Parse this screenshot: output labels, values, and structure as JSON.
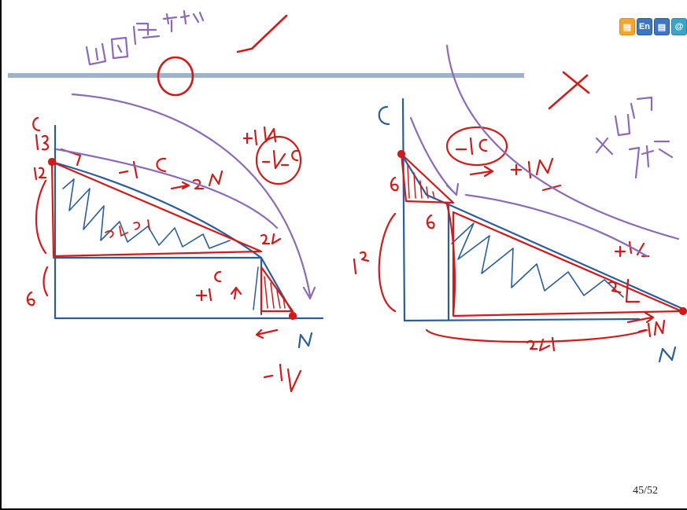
{
  "slide": {
    "page_number": "45/52"
  },
  "toolbar": {
    "buttons": [
      {
        "name": "notes-button",
        "icon": "notes-icon",
        "color": "#f3a531"
      },
      {
        "name": "english-button",
        "label": "En",
        "color": "#3d77c4"
      },
      {
        "name": "document-button",
        "icon": "document-icon",
        "color": "#3d77c4"
      },
      {
        "name": "settings-button",
        "icon": "at-icon",
        "color": "#3aa6c6"
      }
    ]
  },
  "colors": {
    "ink_red": "#d11a1a",
    "ink_blue": "#2a5d9a",
    "ink_purple": "#8b6bb8",
    "rule": "#9db3cb"
  }
}
